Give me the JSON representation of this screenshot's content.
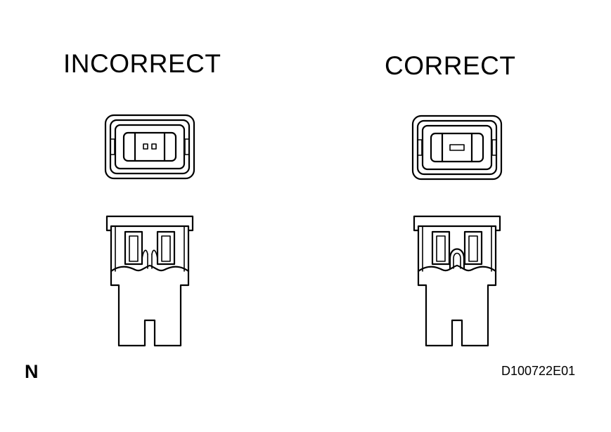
{
  "labels": {
    "left": "INCORRECT",
    "right": "CORRECT"
  },
  "corner_mark": "N",
  "figure_id": "D100722E01",
  "panels": [
    {
      "state": "incorrect",
      "element": "broken"
    },
    {
      "state": "correct",
      "element": "intact"
    }
  ]
}
